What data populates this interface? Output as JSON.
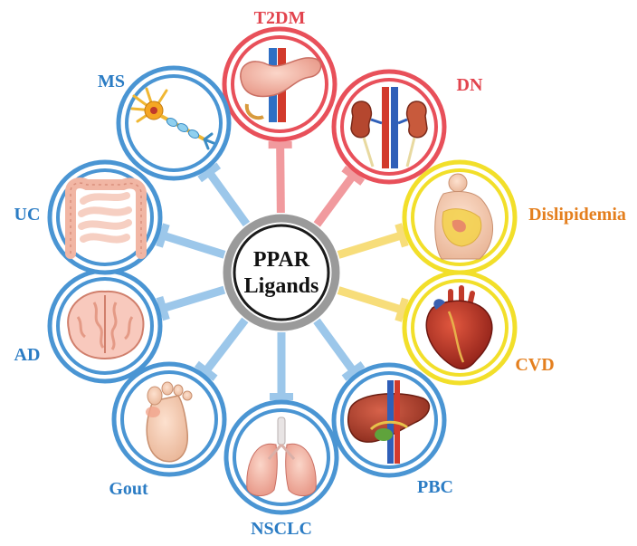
{
  "center": {
    "line1": "PPAR",
    "line2": "Ligands"
  },
  "colors": {
    "red": "#e8505a",
    "red_arrow": "#f19a9e",
    "blue": "#4a95d3",
    "blue_arrow": "#9cc7ea",
    "yellow": "#f2df2a",
    "yellow_arrow": "#f7dd7a",
    "label_red": "#e2444e",
    "label_blue": "#2b7cc4",
    "label_orange": "#e47f1e"
  },
  "nodes": [
    {
      "key": "t2dm",
      "label": "T2DM",
      "group": "red",
      "icon": "pancreas-icon"
    },
    {
      "key": "dn",
      "label": "DN",
      "group": "red",
      "icon": "kidney-icon"
    },
    {
      "key": "dys",
      "label": "Dislipidemia",
      "group": "yellow",
      "icon": "obese-body-icon"
    },
    {
      "key": "cvd",
      "label": "CVD",
      "group": "yellow",
      "icon": "heart-icon"
    },
    {
      "key": "pbc",
      "label": "PBC",
      "group": "blue",
      "icon": "liver-icon"
    },
    {
      "key": "nsclc",
      "label": "NSCLC",
      "group": "blue",
      "icon": "lungs-icon"
    },
    {
      "key": "gout",
      "label": "Gout",
      "group": "blue",
      "icon": "foot-icon"
    },
    {
      "key": "ad",
      "label": "AD",
      "group": "blue",
      "icon": "brain-icon"
    },
    {
      "key": "uc",
      "label": "UC",
      "group": "blue",
      "icon": "intestine-icon"
    },
    {
      "key": "ms",
      "label": "MS",
      "group": "blue",
      "icon": "neuron-icon"
    }
  ]
}
